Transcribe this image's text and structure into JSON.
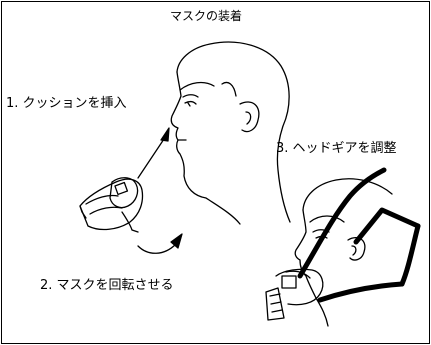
{
  "diagram": {
    "title": "マスクの装着",
    "steps": [
      {
        "label": "1. クッションを挿入"
      },
      {
        "label": "2. マスクを回転させる"
      },
      {
        "label": "3. ヘッドギアを調整"
      }
    ]
  },
  "colors": {
    "line": "#000000",
    "background": "#ffffff"
  }
}
